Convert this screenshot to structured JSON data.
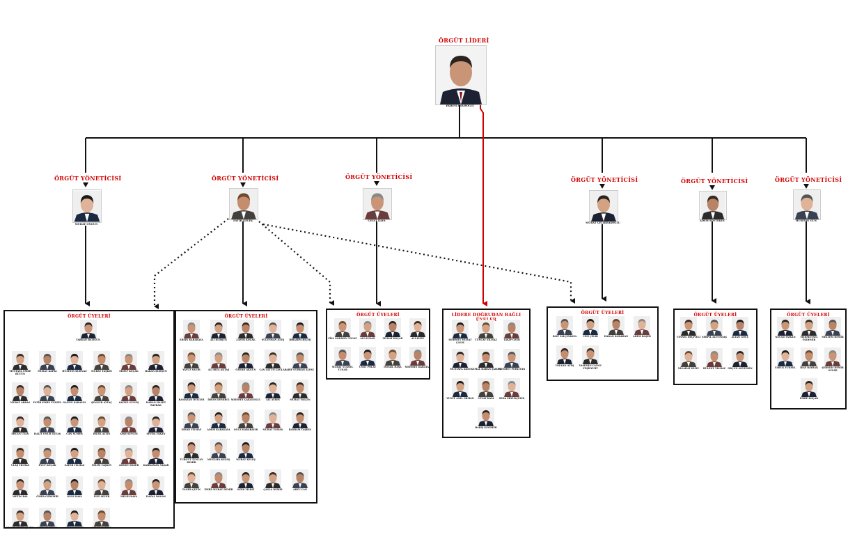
{
  "leader": {
    "title": "ÖRGÜT LİDERİ",
    "name": "EKREM İMAMOĞLU"
  },
  "managers": [
    {
      "title": "ÖRGÜT YÖNETİCİSİ",
      "name": "MURAT ONGUN"
    },
    {
      "title": "ÖRGÜT YÖNETİCİSİ",
      "name": "FATİH KELEŞ"
    },
    {
      "title": "ÖRGÜT YÖNETİCİSİ",
      "name": "CEVAT KAYA"
    },
    {
      "title": "ÖRGÜT YÖNETİCİSİ",
      "name": "MURAT ÇELİKBAŞOĞLU"
    },
    {
      "title": "ÖRGÜT YÖNETİCİSİ",
      "name": "ADEM SOYTEKİN"
    },
    {
      "title": "ÖRGÜT YÖNETİCİSİ",
      "name": "HÜSEYİN GÜN"
    }
  ],
  "boxes": [
    {
      "title": "ÖRGÜT ÜYELERİ",
      "members": [
        "TARKAN BATIGÜN",
        "MUSTAFA EMRE BÜTÜN",
        "MURAT KAPKI",
        "HÜSEYİN KURNAZ",
        "MURAT TAŞKIN",
        "SEDEF KOÇAK",
        "HAKAN KURŞUN",
        "MURAT ABBAS",
        "FATİH EMRE YÜKSEL",
        "NAFİYE KARAYOL",
        "ŞENNUR AYTAÇ",
        "SAFİYE GÜNEŞ",
        "HAKAN HAMİT BAYRAK",
        "ERCAN UYAN",
        "HALİT ONUR ÖZTAŞ",
        "CAN SÜMER",
        "DİLEK ALTIN",
        "AYŞE SEVGİN",
        "SEVDA YAKAN",
        "ULAŞ YILMAZ",
        "EYÜP KOÇAK",
        "ZAFER YILMAZ",
        "SELİM TAŞKIN",
        "AHMET EKSER",
        "KAHRAMAN YAŞAR",
        "METİN BAL",
        "ÖMER ÖZDEMİR",
        "ÖZGE KAYA",
        "ELİF SEVER",
        "MELİH KAYA",
        "HAZAL DOĞAN",
        "YUSUF EMRE ŞAHİN",
        "ESMA BAYRAK",
        "SİNAN GÜLER",
        "DENİZ KARTAL"
      ]
    },
    {
      "title": "ÖRGÜT ÜYELERİ",
      "members": [
        "ERSİN KARAKAYA",
        "ALİ KURŞUN",
        "ZAFER KOÇAK",
        "SÜLEYMAN ATEŞ",
        "İBRAHİM BİÇER",
        "YAVUZ SAĞIR",
        "ALİ RIZA AKTAŞ",
        "ÖZHAN AKGÜN",
        "CAN ALTUN ÇAĞLAR",
        "ARİF GÜRKAN ALPAY",
        "RAMAZAN DÜLGER",
        "İHSAN DEMİRCİ",
        "MEHMET ÇAKALOĞLU",
        "ALİ AYDIN",
        "MURAT YALÇIN",
        "İHSAN YILMAZ",
        "ADEM KARAKAYA",
        "OĞUZ KARABAYIR",
        "MURAT YAMAN",
        "BAYRAM TAŞKIN",
        "TURGUT TUNCAY DEMİR",
        "MUSTAFA KELEŞ",
        "MURAT KELEŞ",
        "TANER ÇETİN",
        "EMRE MURAT DEMİR",
        "ÖZER YILDIZ",
        "ÇAĞLA DEMİR",
        "ARZU CAN"
      ]
    },
    {
      "title": "ÖRGÜT ÜYELERİ",
      "members": [
        "ZİYA GÖKMEN TOGAY",
        "ALİ SUKAN",
        "MURAT KOÇAK",
        "ALİ KURT",
        "MURAT YÜKSEL TUNAR",
        "ÜMİT POLAT",
        "İSMAİL DAŞA",
        "MEHMET KARATAŞ"
      ]
    },
    {
      "title": "LİDERE DOĞRUDAN BAĞLI ÜYELER",
      "members": [
        "MEHMET MURAT ÇALIK",
        "TUNCAY YILMAZ",
        "TAKİP ÖZER",
        "MUSTAFA AKIN",
        "KEMAL BARAN ŞAHAN",
        "MEHMET PEHLİVAN",
        "YUSUF ANIL ORMAN",
        "CEVAT KAYA",
        "SEDA ERYÜKÇELİK",
        "BARIŞ KESİMER"
      ]
    },
    {
      "title": "ÖRGÜT ÜYELERİ",
      "members": [
        "RAİF YALÇINKAYA",
        "CEM ÇELİK",
        "HAKAN KARAHAN",
        "ADEM BAŞER",
        "VOLKAN ATEŞ",
        "YASEMİN CANSU YEŞİLYURT"
      ]
    },
    {
      "title": "ÖRGÜT ÜYELERİ",
      "members": [
        "VEYSEL ERÇİVELİ",
        "SERPİL ALTUNDAŞ",
        "ALTAN GÖÇÜ",
        "NİGAHAT KURU",
        "BÜLENT YILMAZ",
        "ORÇUN SOYTEKİN"
      ]
    },
    {
      "title": "ÖRGÜT ÜYELERİ",
      "members": [
        "NECATİ ÖZKAN",
        "MEHMETSEL ÖZDEMİR",
        "MELTEM DEMİR",
        "FARUK YÜKSEL",
        "İKAY BAYRAK",
        "ŞEBNEM DEMİR GÜLER",
        "EMRE KOÇAK"
      ]
    }
  ],
  "colors": {
    "accent": "#d10000",
    "line": "#111111"
  }
}
